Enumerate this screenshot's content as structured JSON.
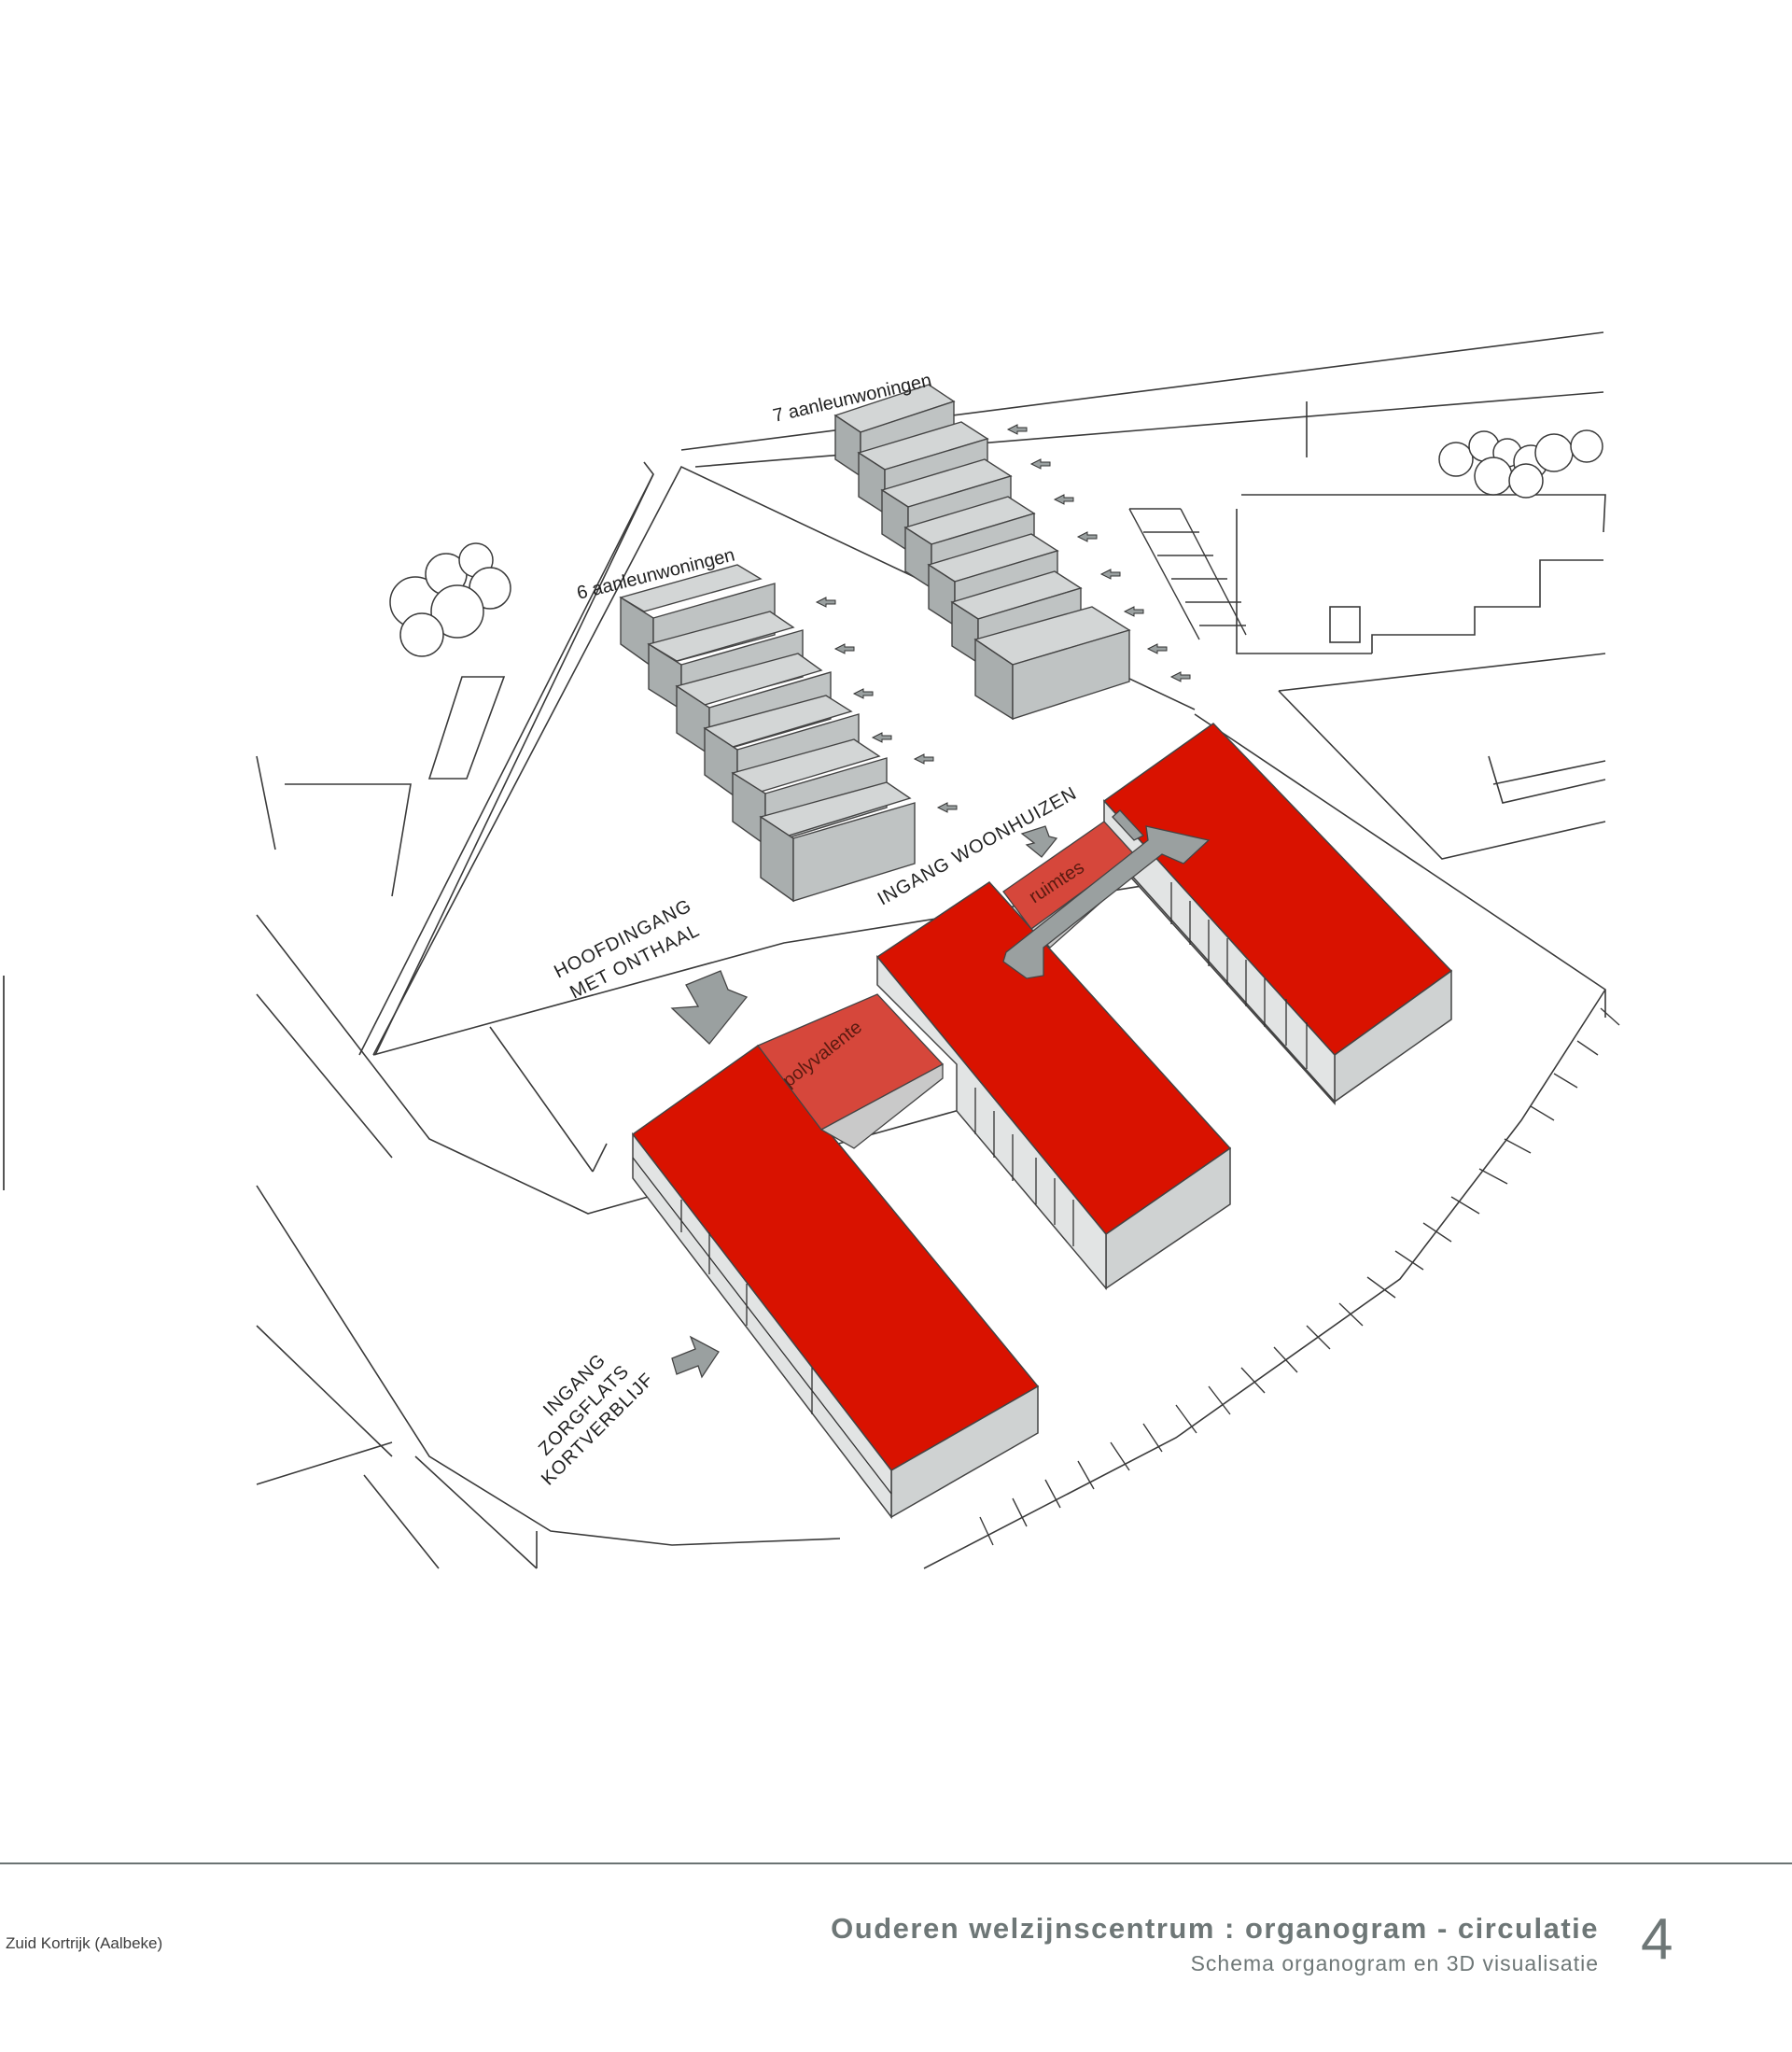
{
  "labels": {
    "aanleun7": "7 aanleunwoningen",
    "aanleun6": "6 aanleunwoningen",
    "ingang_woonhuizen": "INGANG WOONHUIZEN",
    "hoofdingang_1": "HOOFDINGANG",
    "hoofdingang_2": "MET ONTHAAL",
    "zorg_1": "INGANG",
    "zorg_2": "ZORGFLATS",
    "zorg_3": "KORTVERBLIJF",
    "polyvalente": "polyvalente",
    "ruimtes": "ruimtes"
  },
  "footer": {
    "location": "Zuid Kortrijk (Aalbeke)",
    "title": "Ouderen welzijnscentrum : organogram - circulatie",
    "subtitle": "Schema organogram en 3D visualisatie",
    "page": "4"
  },
  "colors": {
    "roof_red": "#d91200",
    "link_red": "#d6473b",
    "house_grey": "#c0c4c4",
    "arrow_grey": "#8e9494",
    "footer_text": "#6e7777"
  }
}
